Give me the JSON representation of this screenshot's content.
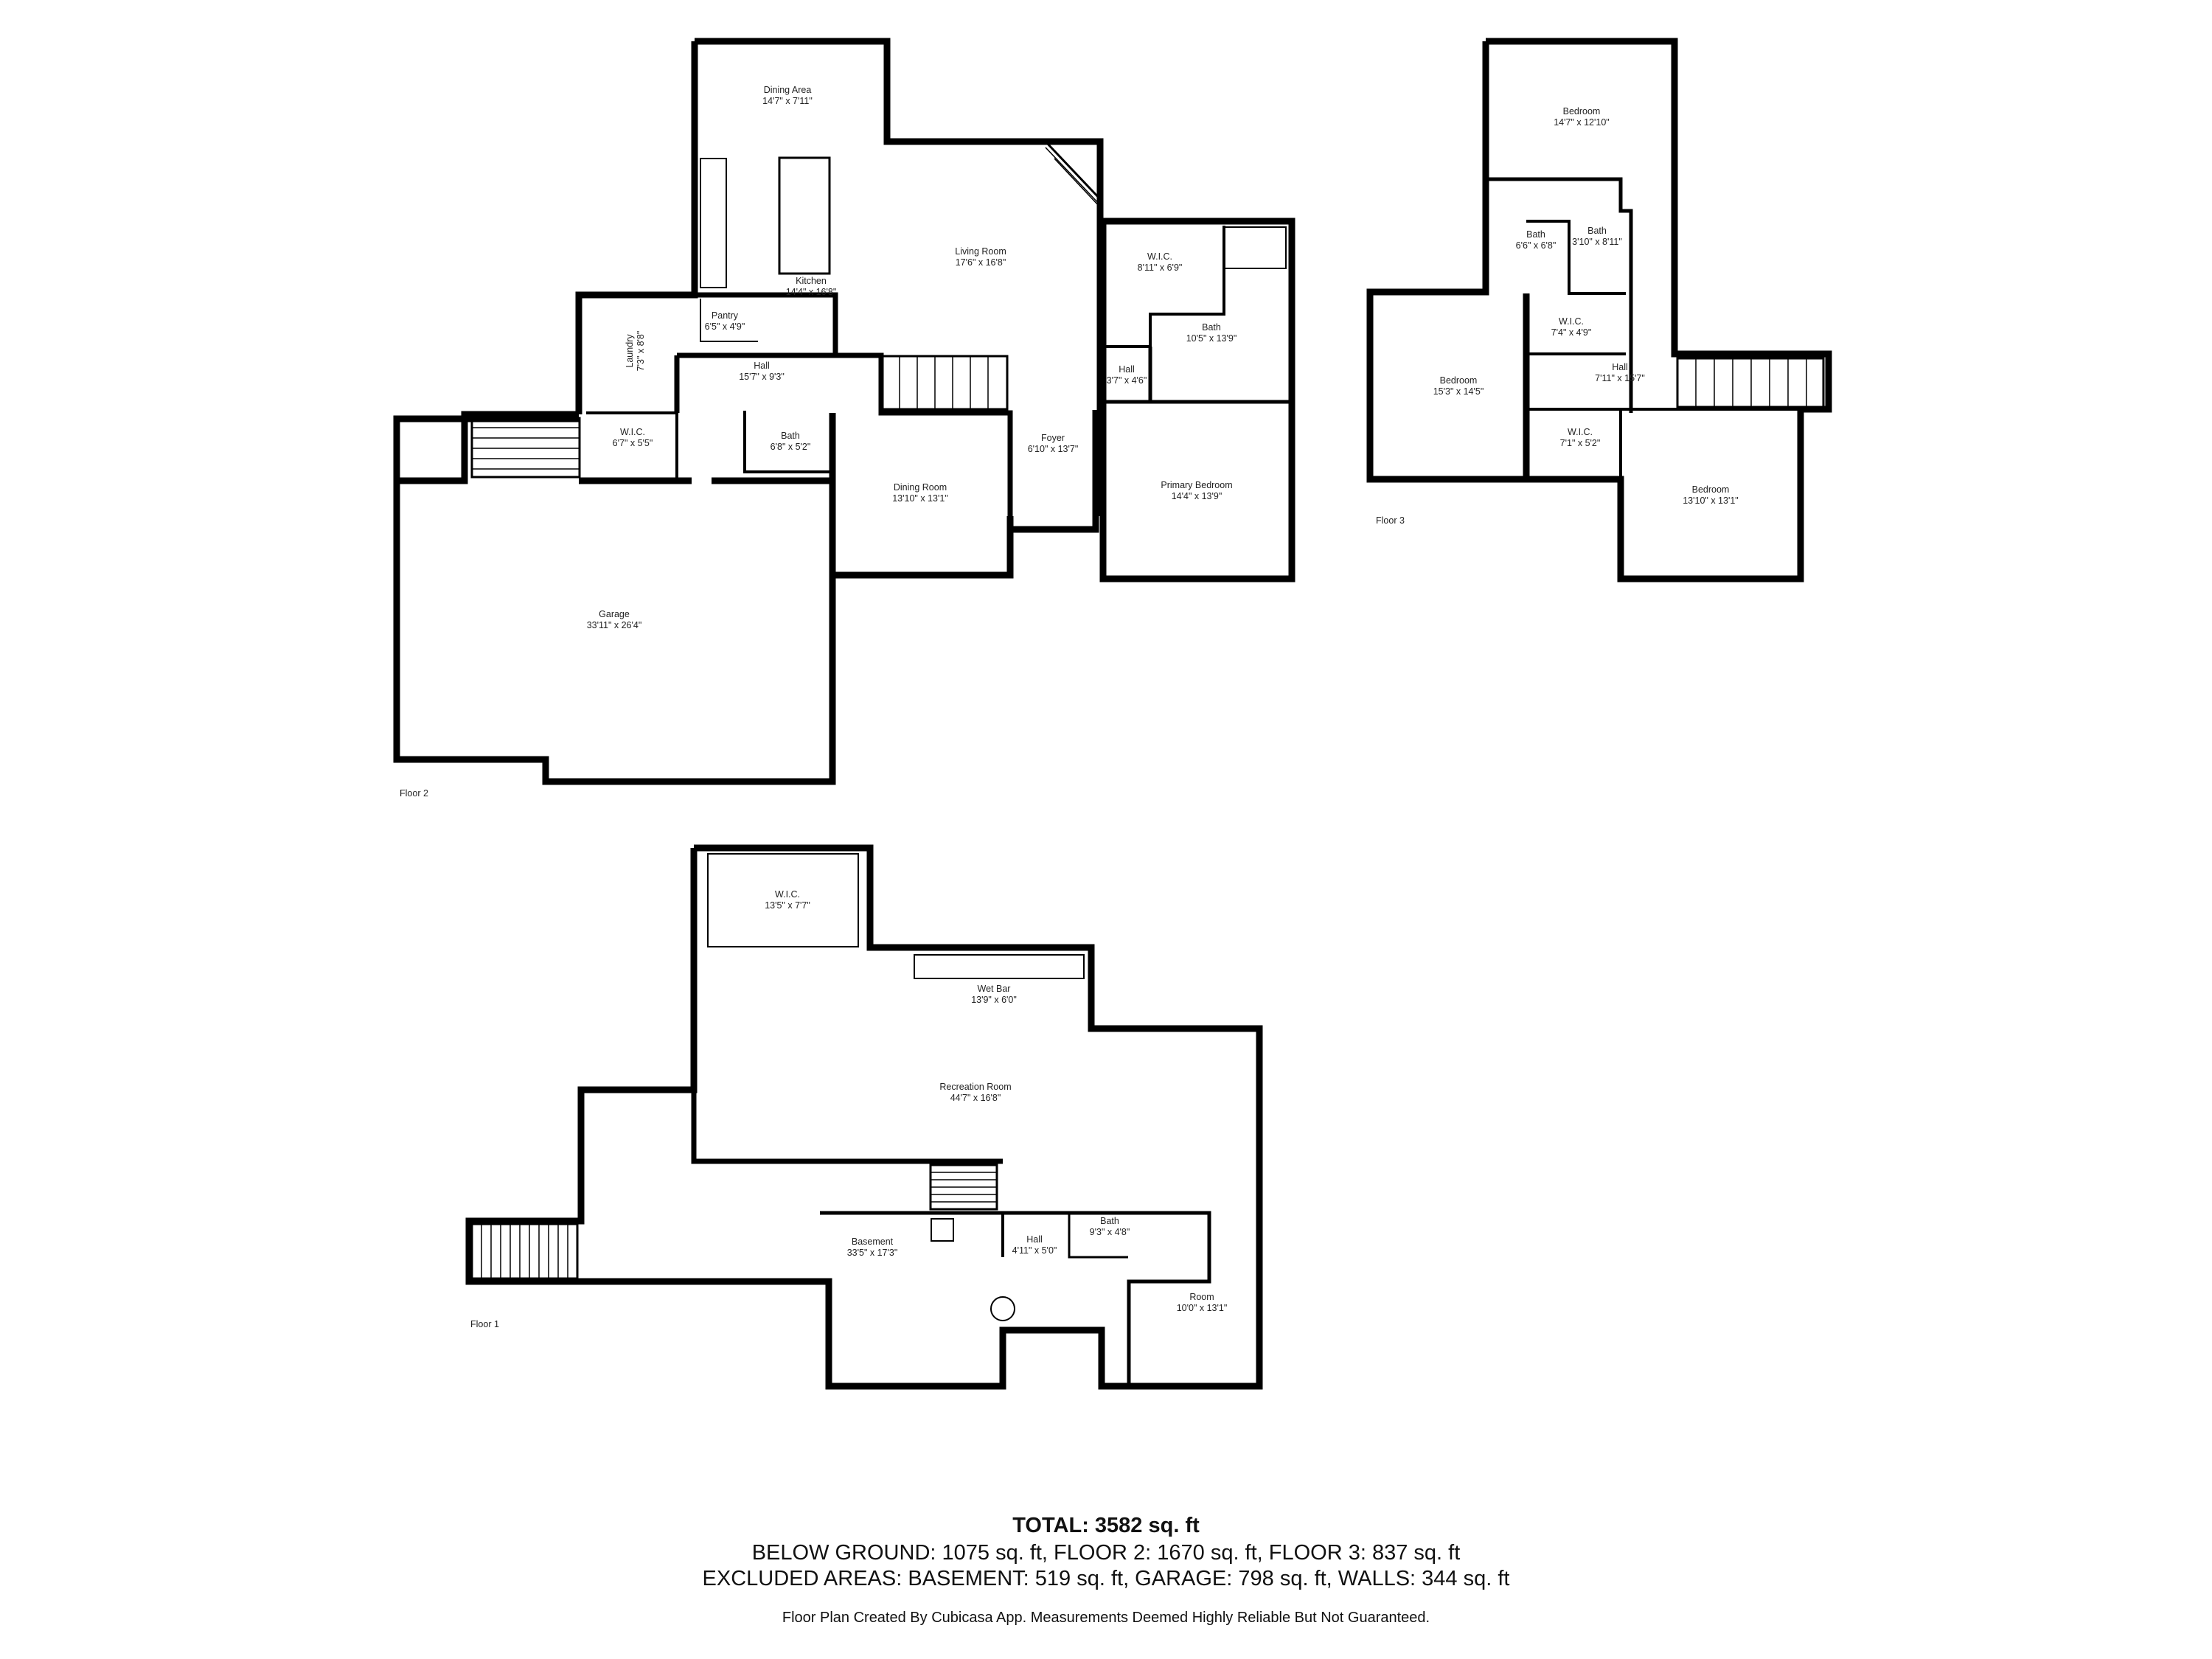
{
  "floors": [
    {
      "label": "Floor 2",
      "rooms": [
        {
          "name": "Dining Area",
          "dim": "14'7\" x 7'11\""
        },
        {
          "name": "Living Room",
          "dim": "17'6\" x 16'8\""
        },
        {
          "name": "Kitchen",
          "dim": "14'4\" x 16'8\""
        },
        {
          "name": "Pantry",
          "dim": "6'5\" x 4'9\""
        },
        {
          "name": "Laundry",
          "dim": "7'3\" x 8'8\""
        },
        {
          "name": "Hall",
          "dim": "15'7\" x 9'3\""
        },
        {
          "name": "W.I.C.",
          "dim": "6'7\" x 5'5\""
        },
        {
          "name": "Bath",
          "dim": "6'8\" x 5'2\""
        },
        {
          "name": "Dining Room",
          "dim": "13'10\" x 13'1\""
        },
        {
          "name": "Foyer",
          "dim": "6'10\" x 13'7\""
        },
        {
          "name": "W.I.C.",
          "dim": "8'11\" x 6'9\""
        },
        {
          "name": "Bath",
          "dim": "10'5\" x 13'9\""
        },
        {
          "name": "Hall",
          "dim": "3'7\" x 4'6\""
        },
        {
          "name": "Primary Bedroom",
          "dim": "14'4\" x 13'9\""
        },
        {
          "name": "Garage",
          "dim": "33'11\" x 26'4\""
        }
      ]
    },
    {
      "label": "Floor 3",
      "rooms": [
        {
          "name": "Bedroom",
          "dim": "14'7\" x 12'10\""
        },
        {
          "name": "Bath",
          "dim": "6'6\" x 6'8\""
        },
        {
          "name": "Bath",
          "dim": "3'10\" x 8'11\""
        },
        {
          "name": "W.I.C.",
          "dim": "7'4\" x 4'9\""
        },
        {
          "name": "Bedroom",
          "dim": "15'3\" x 14'5\""
        },
        {
          "name": "Hall",
          "dim": "7'11\" x 15'7\""
        },
        {
          "name": "W.I.C.",
          "dim": "7'1\" x 5'2\""
        },
        {
          "name": "Bedroom",
          "dim": "13'10\" x 13'1\""
        }
      ]
    },
    {
      "label": "Floor 1",
      "rooms": [
        {
          "name": "W.I.C.",
          "dim": "13'5\" x 7'7\""
        },
        {
          "name": "Wet Bar",
          "dim": "13'9\" x 6'0\""
        },
        {
          "name": "Recreation Room",
          "dim": "44'7\" x 16'8\""
        },
        {
          "name": "Basement",
          "dim": "33'5\" x 17'3\""
        },
        {
          "name": "Hall",
          "dim": "4'11\" x 5'0\""
        },
        {
          "name": "Bath",
          "dim": "9'3\" x 4'8\""
        },
        {
          "name": "Room",
          "dim": "10'0\" x 13'1\""
        }
      ]
    }
  ],
  "summary": {
    "total": "TOTAL: 3582 sq. ft",
    "line1": "BELOW GROUND: 1075 sq. ft, FLOOR 2: 1670 sq. ft, FLOOR 3: 837 sq. ft",
    "line2": "EXCLUDED AREAS: BASEMENT: 519 sq. ft, GARAGE: 798 sq. ft, WALLS: 344 sq. ft",
    "credit": "Floor Plan Created By Cubicasa App. Measurements Deemed Highly Reliable But Not Guaranteed."
  },
  "colors": {
    "wall": "#000000",
    "line": "#555555",
    "background": "#ffffff"
  }
}
